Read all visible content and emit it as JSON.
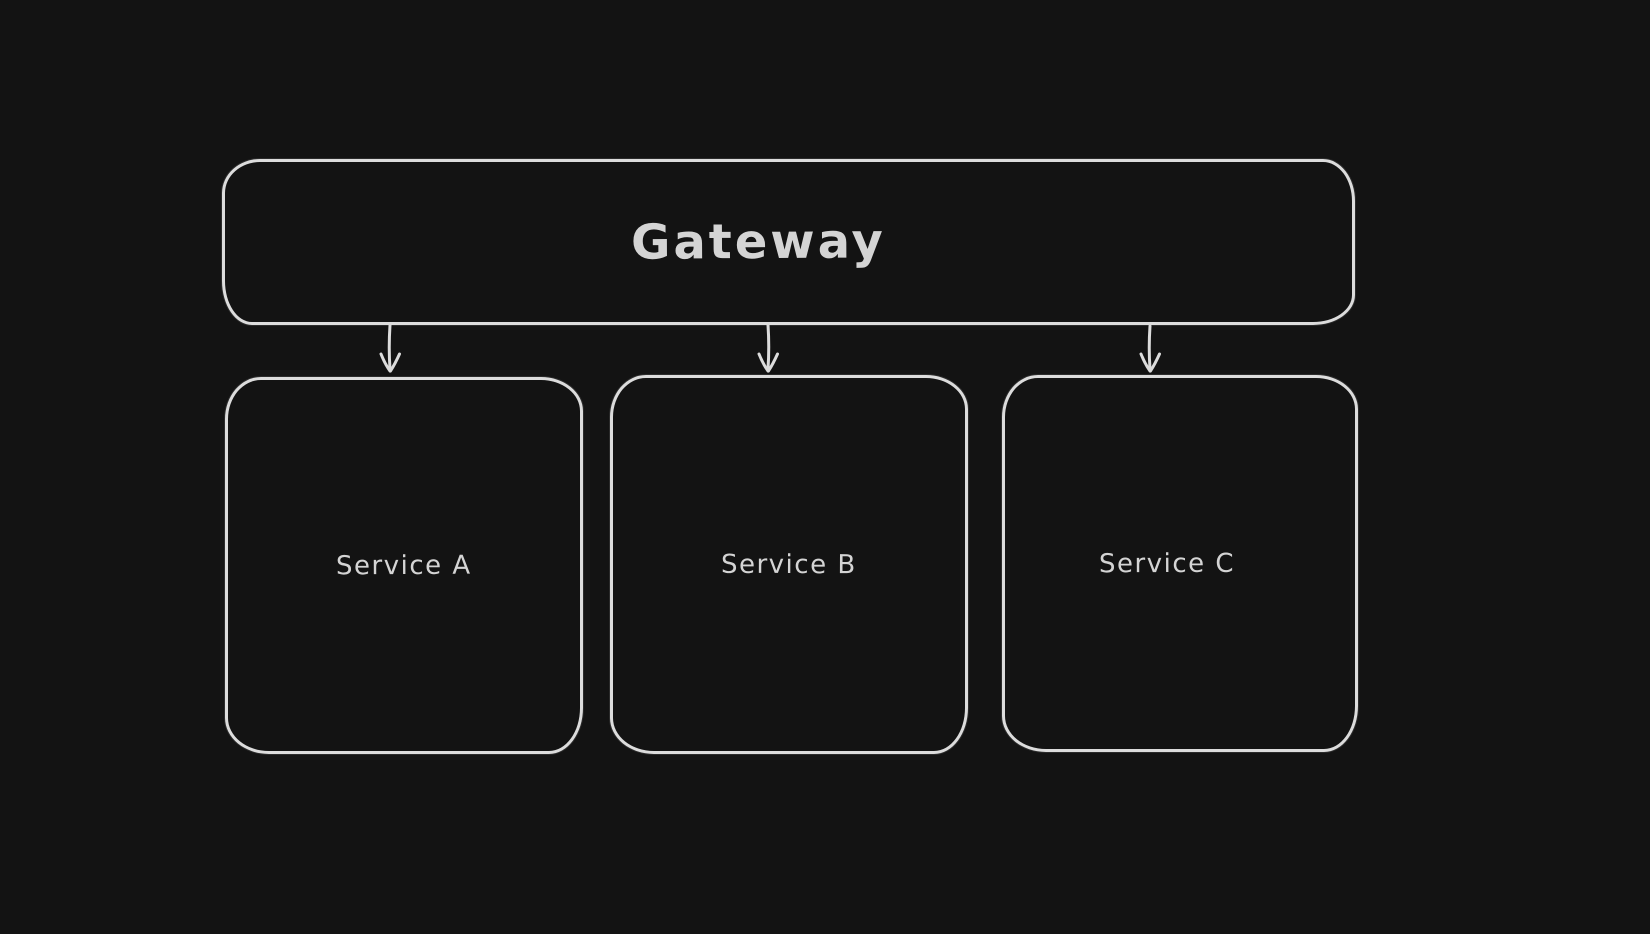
{
  "diagram": {
    "background_color": "#131313",
    "stroke_color": "#dcdcdc",
    "text_color": "#d4d4d4",
    "nodes": [
      {
        "id": "gateway",
        "label": "Gateway"
      },
      {
        "id": "service-a",
        "label": "Service A"
      },
      {
        "id": "service-b",
        "label": "Service B"
      },
      {
        "id": "service-c",
        "label": "Service C"
      }
    ],
    "edges": [
      {
        "from": "Gateway",
        "to": "Service A",
        "direction": "down"
      },
      {
        "from": "Gateway",
        "to": "Service B",
        "direction": "down"
      },
      {
        "from": "Gateway",
        "to": "Service C",
        "direction": "down"
      }
    ]
  }
}
